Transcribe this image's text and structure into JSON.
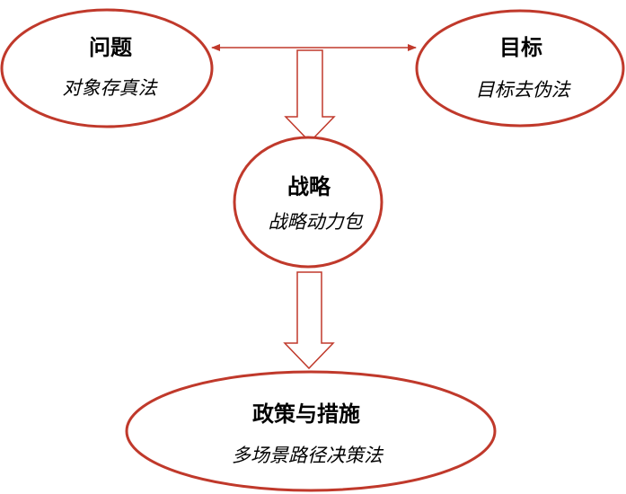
{
  "colors": {
    "node_border": "#c0392b",
    "arrow_outline": "#c0392b",
    "connector": "#c0392b",
    "text": "#000000",
    "background": "#ffffff"
  },
  "nodes": {
    "problem": {
      "title": "问题",
      "subtitle": "对象存真法"
    },
    "goal": {
      "title": "目标",
      "subtitle": "目标去伪法"
    },
    "strategy": {
      "title": "战略",
      "subtitle": "战略动力包"
    },
    "policy": {
      "title": "政策与措施",
      "subtitle": "多场景路径决策法"
    }
  }
}
